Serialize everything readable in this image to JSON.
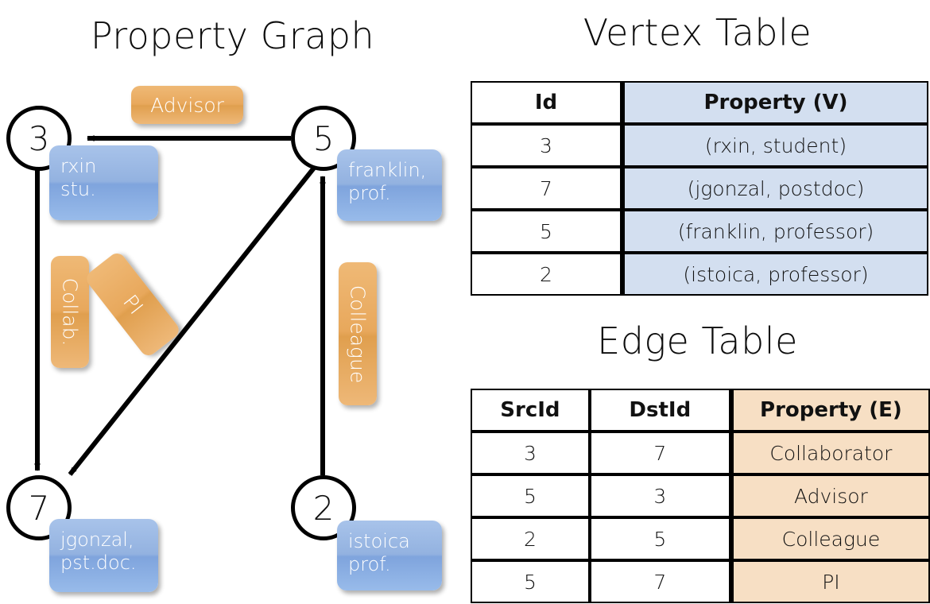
{
  "titles": {
    "property_graph": "Property Graph",
    "vertex_table": "Vertex Table",
    "edge_table": "Edge Table"
  },
  "colors": {
    "vertex_fill": "#d3dff0",
    "edge_fill": "#f7dfc4",
    "callout_blue": "#93b2e0",
    "label_orange": "#e8a85c",
    "stroke": "#000000"
  },
  "graph": {
    "nodes": [
      {
        "id": "3",
        "property_lines": "rxin\nstu."
      },
      {
        "id": "5",
        "property_lines": "franklin,\nprof."
      },
      {
        "id": "7",
        "property_lines": "jgonzal,\npst.doc."
      },
      {
        "id": "2",
        "property_lines": "istoica\nprof."
      }
    ],
    "edge_labels": [
      {
        "name": "advisor",
        "text": "Advisor"
      },
      {
        "name": "collab",
        "text": "Collab."
      },
      {
        "name": "pi",
        "text": "PI"
      },
      {
        "name": "colleague",
        "text": "Colleague"
      }
    ],
    "edges": [
      {
        "from": "5",
        "to": "3",
        "label": "Advisor"
      },
      {
        "from": "3",
        "to": "7",
        "label": "Collab."
      },
      {
        "from": "5",
        "to": "7",
        "label": "PI"
      },
      {
        "from": "2",
        "to": "5",
        "label": "Colleague"
      }
    ]
  },
  "vertex_table": {
    "headers": [
      "Id",
      "Property (V)"
    ],
    "rows": [
      {
        "id": "3",
        "property": "(rxin, student)"
      },
      {
        "id": "7",
        "property": "(jgonzal, postdoc)"
      },
      {
        "id": "5",
        "property": "(franklin, professor)"
      },
      {
        "id": "2",
        "property": "(istoica, professor)"
      }
    ]
  },
  "edge_table": {
    "headers": [
      "SrcId",
      "DstId",
      "Property (E)"
    ],
    "rows": [
      {
        "src": "3",
        "dst": "7",
        "property": "Collaborator"
      },
      {
        "src": "5",
        "dst": "3",
        "property": "Advisor"
      },
      {
        "src": "2",
        "dst": "5",
        "property": "Colleague"
      },
      {
        "src": "5",
        "dst": "7",
        "property": "PI"
      }
    ]
  }
}
